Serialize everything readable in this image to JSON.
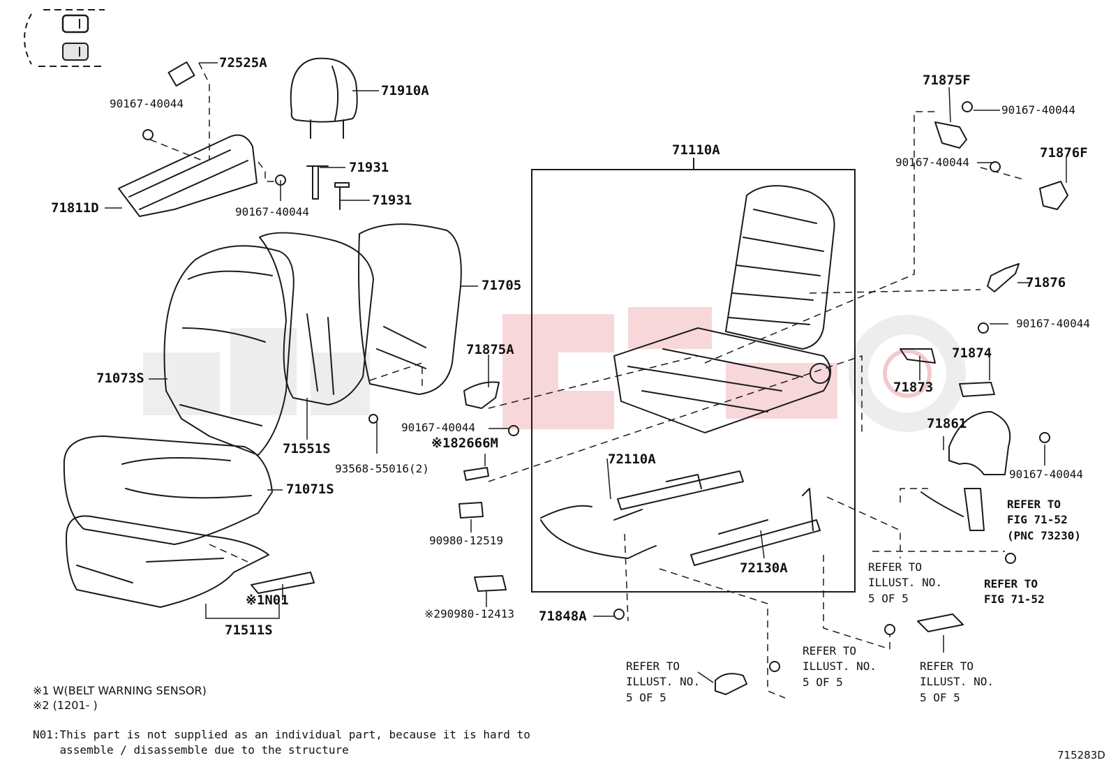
{
  "labels": {
    "p72525A": "72525A",
    "p90167_tl": "90167-40044",
    "p71811D": "71811D",
    "p90167_mid": "90167-40044",
    "p71910A": "71910A",
    "p71931a": "71931",
    "p71931b": "71931",
    "p71705": "71705",
    "p71073S": "71073S",
    "p71551S": "71551S",
    "p93568": "93568-55016(2)",
    "p71071S": "71071S",
    "pN01": "※1N01",
    "p71511S": "71511S",
    "p71875A": "71875A",
    "p90167_c": "90167-40044",
    "p82666M": "※182666M",
    "p90980_12519": "90980-12519",
    "p90980_12413": "※290980-12413",
    "p71848A": "71848A",
    "p71110A": "71110A",
    "p72110A": "72110A",
    "p72130A": "72130A",
    "p71875F": "71875F",
    "p90167_tr": "90167-40044",
    "p90167_r2": "90167-40044",
    "p71876F": "71876F",
    "p71876": "71876",
    "p90167_r3": "90167-40044",
    "p71874": "71874",
    "p71873": "71873",
    "p71861": "71861",
    "p90167_r4": "90167-40044"
  },
  "refs": {
    "ref_fig_7152_pnc": "REFER TO\nFIG 71-52\n(PNC 73230)",
    "ref_fig_7152": "REFER TO\nFIG 71-52",
    "ref_illust_a": "REFER TO\nILLUST. NO.\n5 OF 5",
    "ref_illust_b": "REFER TO\nILLUST. NO.\n5 OF 5",
    "ref_illust_c": "REFER TO\nILLUST. NO.\n5 OF 5",
    "ref_illust_d": "REFER TO\nILLUST. NO.\n5 OF 5"
  },
  "notes": {
    "n1": "※1 W(BELT WARNING SENSOR)",
    "n2": "※2 (1201-      )",
    "n01": "N01:This part is not supplied as an individual part, because it is hard to\n    assemble / disassemble due to the structure"
  },
  "figure_code": "715283D",
  "colors": {
    "line": "#1a1a1a",
    "watermark_red": "#f2b9bf",
    "watermark_gray": "#e6e6e6"
  }
}
